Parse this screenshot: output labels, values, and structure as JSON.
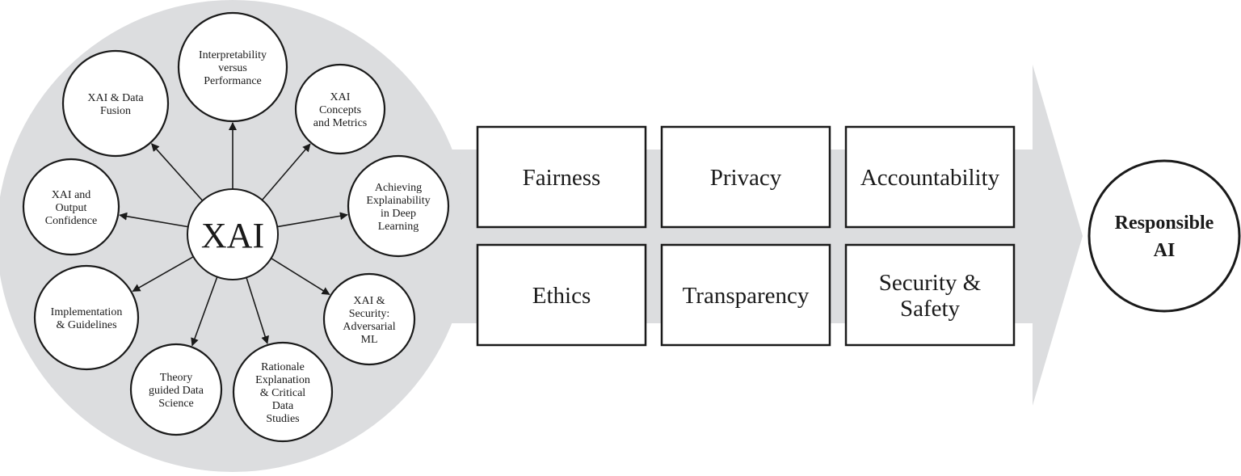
{
  "hub": {
    "label": "XAI"
  },
  "topics": [
    {
      "id": "interp",
      "lines": [
        "Interpretability",
        "versus",
        "Performance"
      ]
    },
    {
      "id": "concepts",
      "lines": [
        "XAI",
        "Concepts",
        "and Metrics"
      ]
    },
    {
      "id": "deep",
      "lines": [
        "Achieving",
        "Explainability",
        "in Deep",
        "Learning"
      ]
    },
    {
      "id": "security",
      "lines": [
        "XAI &",
        "Security:",
        "Adversarial",
        "ML"
      ]
    },
    {
      "id": "rationale",
      "lines": [
        "Rationale",
        "Explanation",
        "& Critical",
        "Data",
        "Studies"
      ]
    },
    {
      "id": "theory",
      "lines": [
        "Theory",
        "guided Data",
        "Science"
      ]
    },
    {
      "id": "impl",
      "lines": [
        "Implementation",
        "& Guidelines"
      ]
    },
    {
      "id": "confidence",
      "lines": [
        "XAI and",
        "Output",
        "Confidence"
      ]
    },
    {
      "id": "fusion",
      "lines": [
        "XAI & Data",
        "Fusion"
      ]
    }
  ],
  "principles": [
    {
      "id": "fairness",
      "lines": [
        "Fairness"
      ]
    },
    {
      "id": "privacy",
      "lines": [
        "Privacy"
      ]
    },
    {
      "id": "accountability",
      "lines": [
        "Accountability"
      ]
    },
    {
      "id": "ethics",
      "lines": [
        "Ethics"
      ]
    },
    {
      "id": "transparency",
      "lines": [
        "Transparency"
      ]
    },
    {
      "id": "security-safety",
      "lines": [
        "Security &",
        "Safety"
      ]
    }
  ],
  "goal": {
    "lines": [
      "Responsible",
      "AI"
    ]
  },
  "colors": {
    "background_disc": "#dcdddf",
    "arrow_fill": "#dcdddf",
    "stroke": "#1a1a1a",
    "node_fill": "#ffffff"
  }
}
